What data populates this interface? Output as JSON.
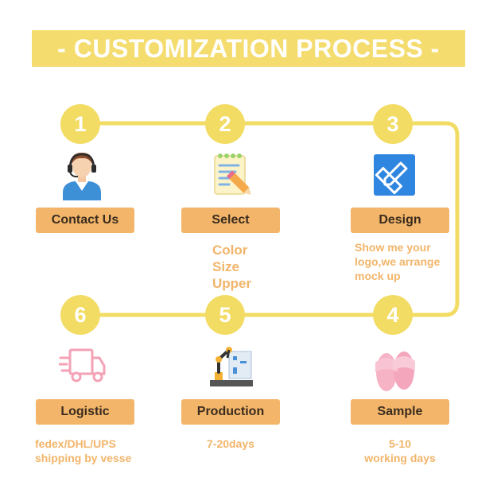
{
  "banner": {
    "title": "- CUSTOMIZATION PROCESS -"
  },
  "steps": [
    {
      "number": "1",
      "label": "Contact Us",
      "icon": "customer-service-icon"
    },
    {
      "number": "2",
      "label": "Select",
      "icon": "notepad-icon",
      "details": [
        "Color",
        "Size",
        "Upper"
      ]
    },
    {
      "number": "3",
      "label": "Design",
      "icon": "design-tools-icon",
      "details": [
        "Show me your",
        "logo,we arrange",
        "mock up"
      ]
    },
    {
      "number": "4",
      "label": "Sample",
      "icon": "slipper-icon",
      "details": [
        "5-10",
        "working days"
      ]
    },
    {
      "number": "5",
      "label": "Production",
      "icon": "factory-robot-icon",
      "details": [
        "7-20days"
      ]
    },
    {
      "number": "6",
      "label": "Logistic",
      "icon": "delivery-truck-icon",
      "details": [
        "fedex/DHL/UPS",
        "shipping by vesse"
      ]
    }
  ],
  "colors": {
    "accent_yellow": "#f2dc64",
    "label_orange": "#f2b56a",
    "banner_yellow": "#f4dc6e"
  }
}
